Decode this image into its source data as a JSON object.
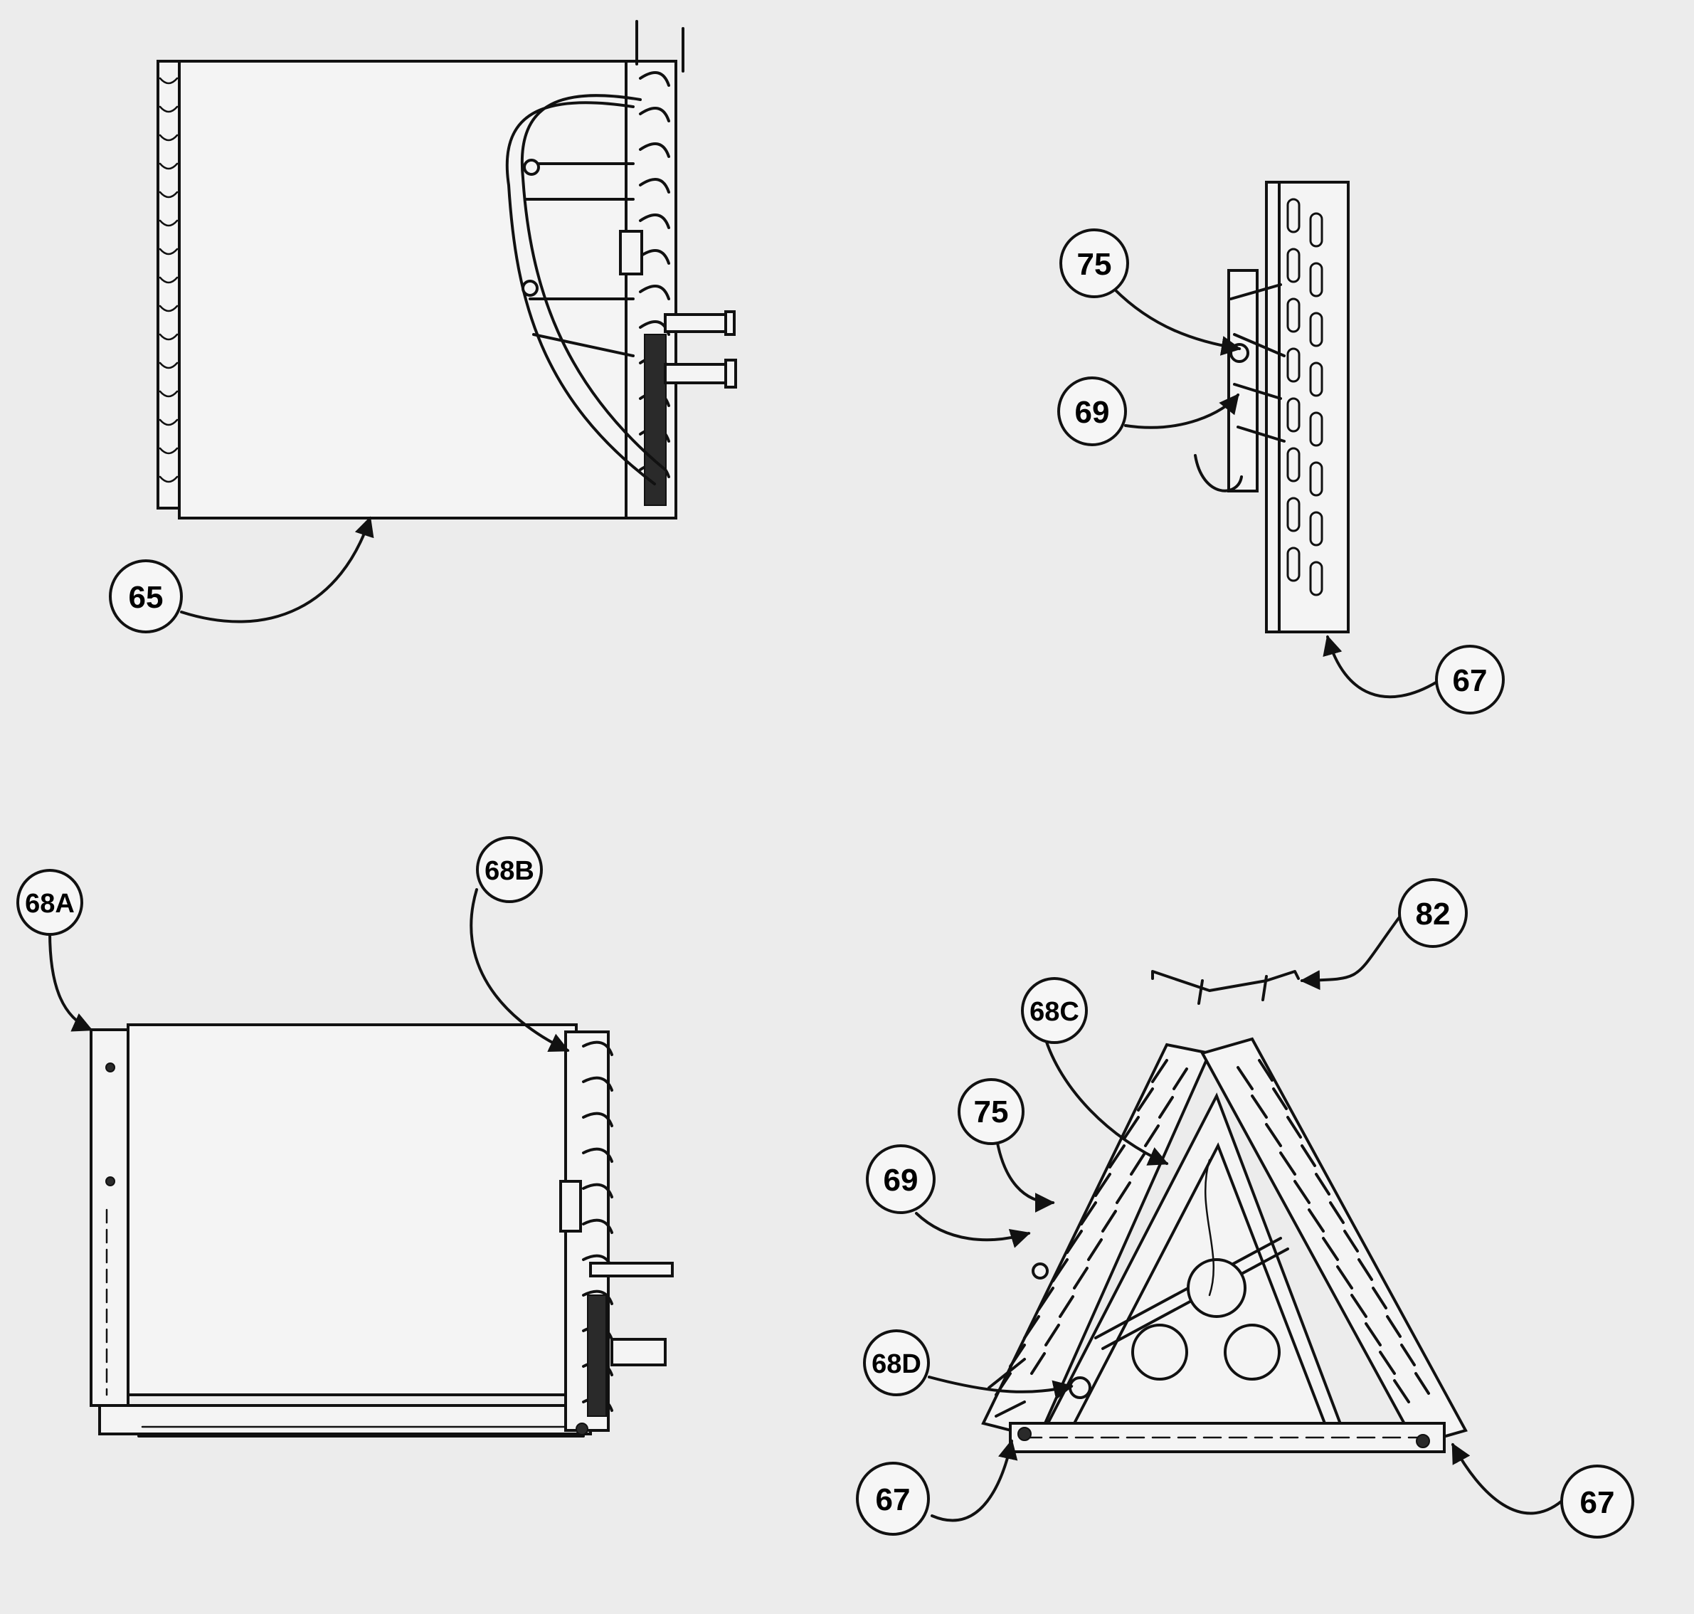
{
  "callouts": {
    "c65": "65",
    "c75_top": "75",
    "c69_top": "69",
    "c67_top": "67",
    "c68A": "68A",
    "c68B": "68B",
    "c82": "82",
    "c68C": "68C",
    "c75_bottom": "75",
    "c69_bottom": "69",
    "c68D": "68D",
    "c67_left": "67",
    "c67_right": "67"
  },
  "icons": {
    "arrowhead": "arrowhead-icon"
  },
  "colors": {
    "background": "#ececec",
    "line": "#111111",
    "fill": "#f4f4f4"
  }
}
